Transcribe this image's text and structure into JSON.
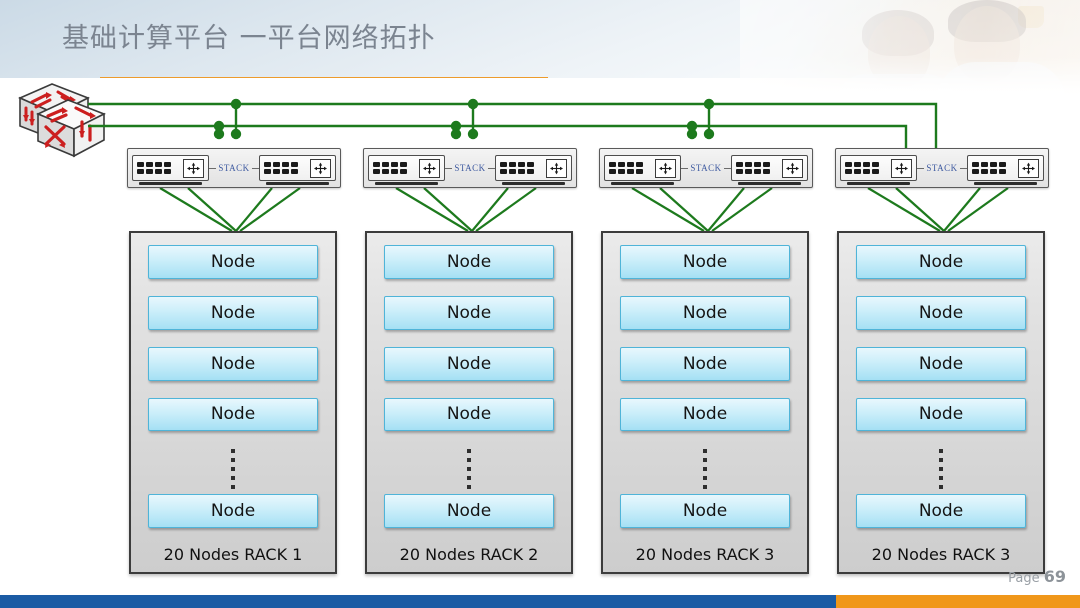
{
  "slide": {
    "title": "基础计算平台 一平台网络拓扑",
    "page_label": "Page",
    "page_number": "69",
    "accent_orange": "#ed9b2c",
    "footer_blue": "#1b5ba4",
    "footer_orange": "#f0971a",
    "cable_green": "#1d7a1d",
    "node_blue": "#a5e0f4"
  },
  "core": {
    "icon": "network-switch-cube-icon",
    "count": 2
  },
  "switches": [
    {
      "id": "switch-stack-1",
      "stack_label": "STACK",
      "ports_per_half": 8,
      "halves": 2
    },
    {
      "id": "switch-stack-2",
      "stack_label": "STACK",
      "ports_per_half": 8,
      "halves": 2
    },
    {
      "id": "switch-stack-3",
      "stack_label": "STACK",
      "ports_per_half": 8,
      "halves": 2
    },
    {
      "id": "switch-stack-4",
      "stack_label": "STACK",
      "ports_per_half": 8,
      "halves": 2
    }
  ],
  "racks": [
    {
      "label": "20 Nodes RACK 1",
      "nodes": [
        "Node",
        "Node",
        "Node",
        "Node",
        "Node"
      ],
      "ellipsis_after_index": 4
    },
    {
      "label": "20 Nodes RACK 2",
      "nodes": [
        "Node",
        "Node",
        "Node",
        "Node",
        "Node"
      ],
      "ellipsis_after_index": 4
    },
    {
      "label": "20 Nodes RACK 3",
      "nodes": [
        "Node",
        "Node",
        "Node",
        "Node",
        "Node"
      ],
      "ellipsis_after_index": 4
    },
    {
      "label": "20 Nodes RACK 3",
      "nodes": [
        "Node",
        "Node",
        "Node",
        "Node",
        "Node"
      ],
      "ellipsis_after_index": 4
    }
  ]
}
